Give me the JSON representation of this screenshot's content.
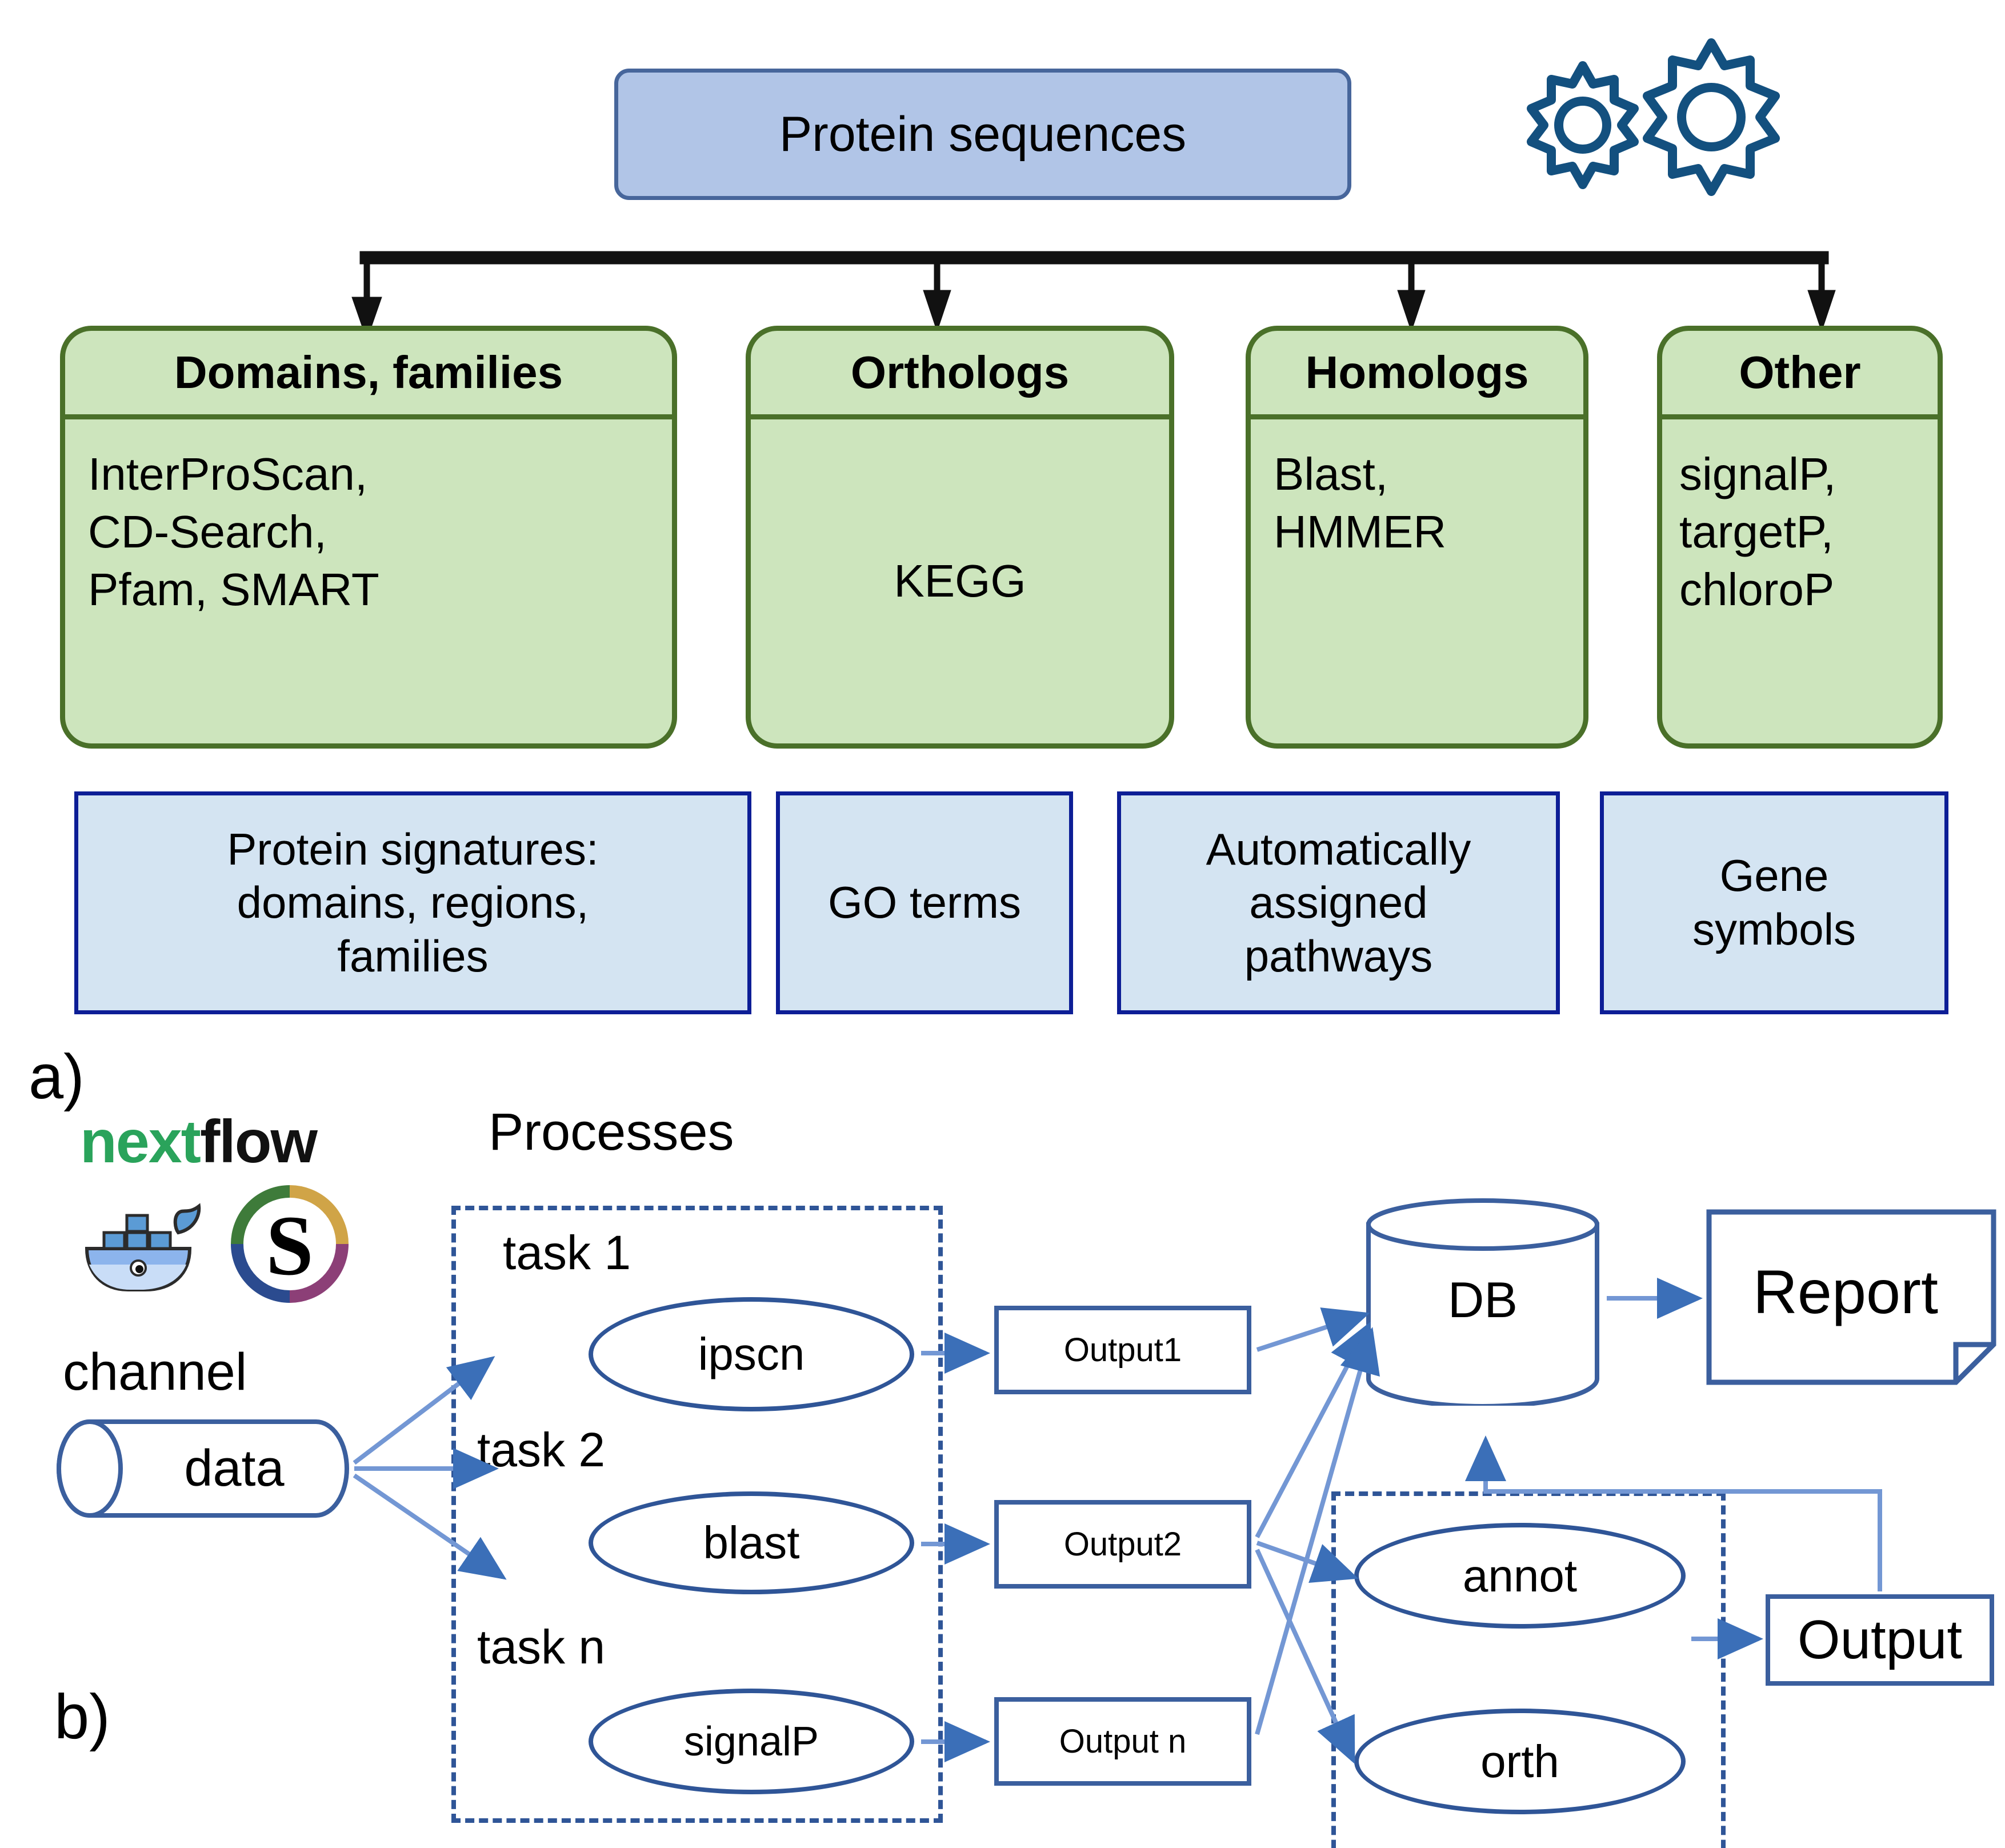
{
  "panel_a": {
    "label": "a)",
    "input": {
      "title": "Protein sequences"
    },
    "icon": {
      "name": "gears-icon"
    },
    "categories": [
      {
        "header": "Domains, families",
        "tools": "InterProScan,\nCD-Search,\nPfam, SMART"
      },
      {
        "header": "Orthologs",
        "tools": "KEGG"
      },
      {
        "header": "Homologs",
        "tools": "Blast,\nHMMER"
      },
      {
        "header": "Other",
        "tools": "signalP,\ntargetP,\nchloroP"
      }
    ],
    "outputs": [
      {
        "text": "Protein signatures:\ndomains, regions,\nfamilies"
      },
      {
        "text": "GO terms"
      },
      {
        "text": "Automatically\nassigned\npathways"
      },
      {
        "text": "Gene\nsymbols"
      }
    ]
  },
  "panel_b": {
    "label": "b)",
    "logos": {
      "nextflow_first": "next",
      "nextflow_second": "flow",
      "docker": "docker-whale-icon",
      "singularity": "singularity-icon"
    },
    "channel_label": "channel",
    "channel_node": "data",
    "processes_label": "Processes",
    "tasks": [
      {
        "label": "task 1",
        "process": "ipscn",
        "output": "Output1"
      },
      {
        "label": "task 2",
        "process": "blast",
        "output": "Output2"
      },
      {
        "label": "task n",
        "process": "signalP",
        "output": "Output n"
      }
    ],
    "db": "DB",
    "report": "Report",
    "annotation_group": [
      {
        "process": "annot"
      },
      {
        "process": "orth"
      }
    ],
    "annotation_output": "Output"
  },
  "colors": {
    "input_fill": "#b1c5e7",
    "input_border": "#47669b",
    "category_fill": "#cde5bd",
    "category_border": "#4a7029",
    "output_fill": "#d4e4f2",
    "output_border": "#0d1e96",
    "flow_blue": "#2f5597",
    "flow_blue_light": "#7397d4",
    "nextflow_green": "#2aa35b",
    "arrow_black": "#111111"
  }
}
